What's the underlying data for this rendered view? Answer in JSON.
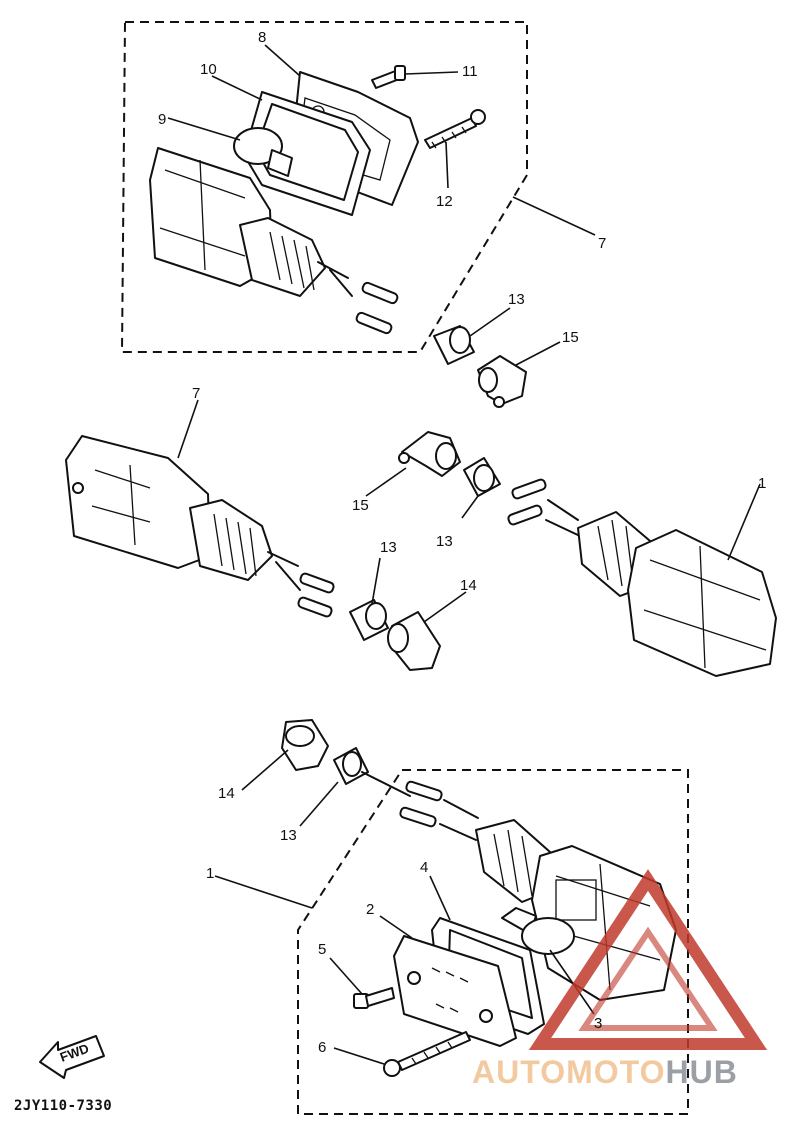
{
  "diagram_code": "2JY110-7330",
  "watermark": {
    "part_a": "AUTOMOTO",
    "part_b": "HUB",
    "accent_color": "#e08a3a",
    "triangle_color": "#c0392b"
  },
  "forward_marker": {
    "label": "FWD"
  },
  "callouts": {
    "c1a": "1",
    "c1b": "1",
    "c2": "2",
    "c3": "3",
    "c4": "4",
    "c5": "5",
    "c6": "6",
    "c7a": "7",
    "c7b": "7",
    "c8": "8",
    "c9": "9",
    "c10": "10",
    "c11": "11",
    "c12": "12",
    "c13a": "13",
    "c13b": "13",
    "c13c": "13",
    "c13d": "13",
    "c14a": "14",
    "c14b": "14",
    "c15a": "15",
    "c15b": "15"
  }
}
